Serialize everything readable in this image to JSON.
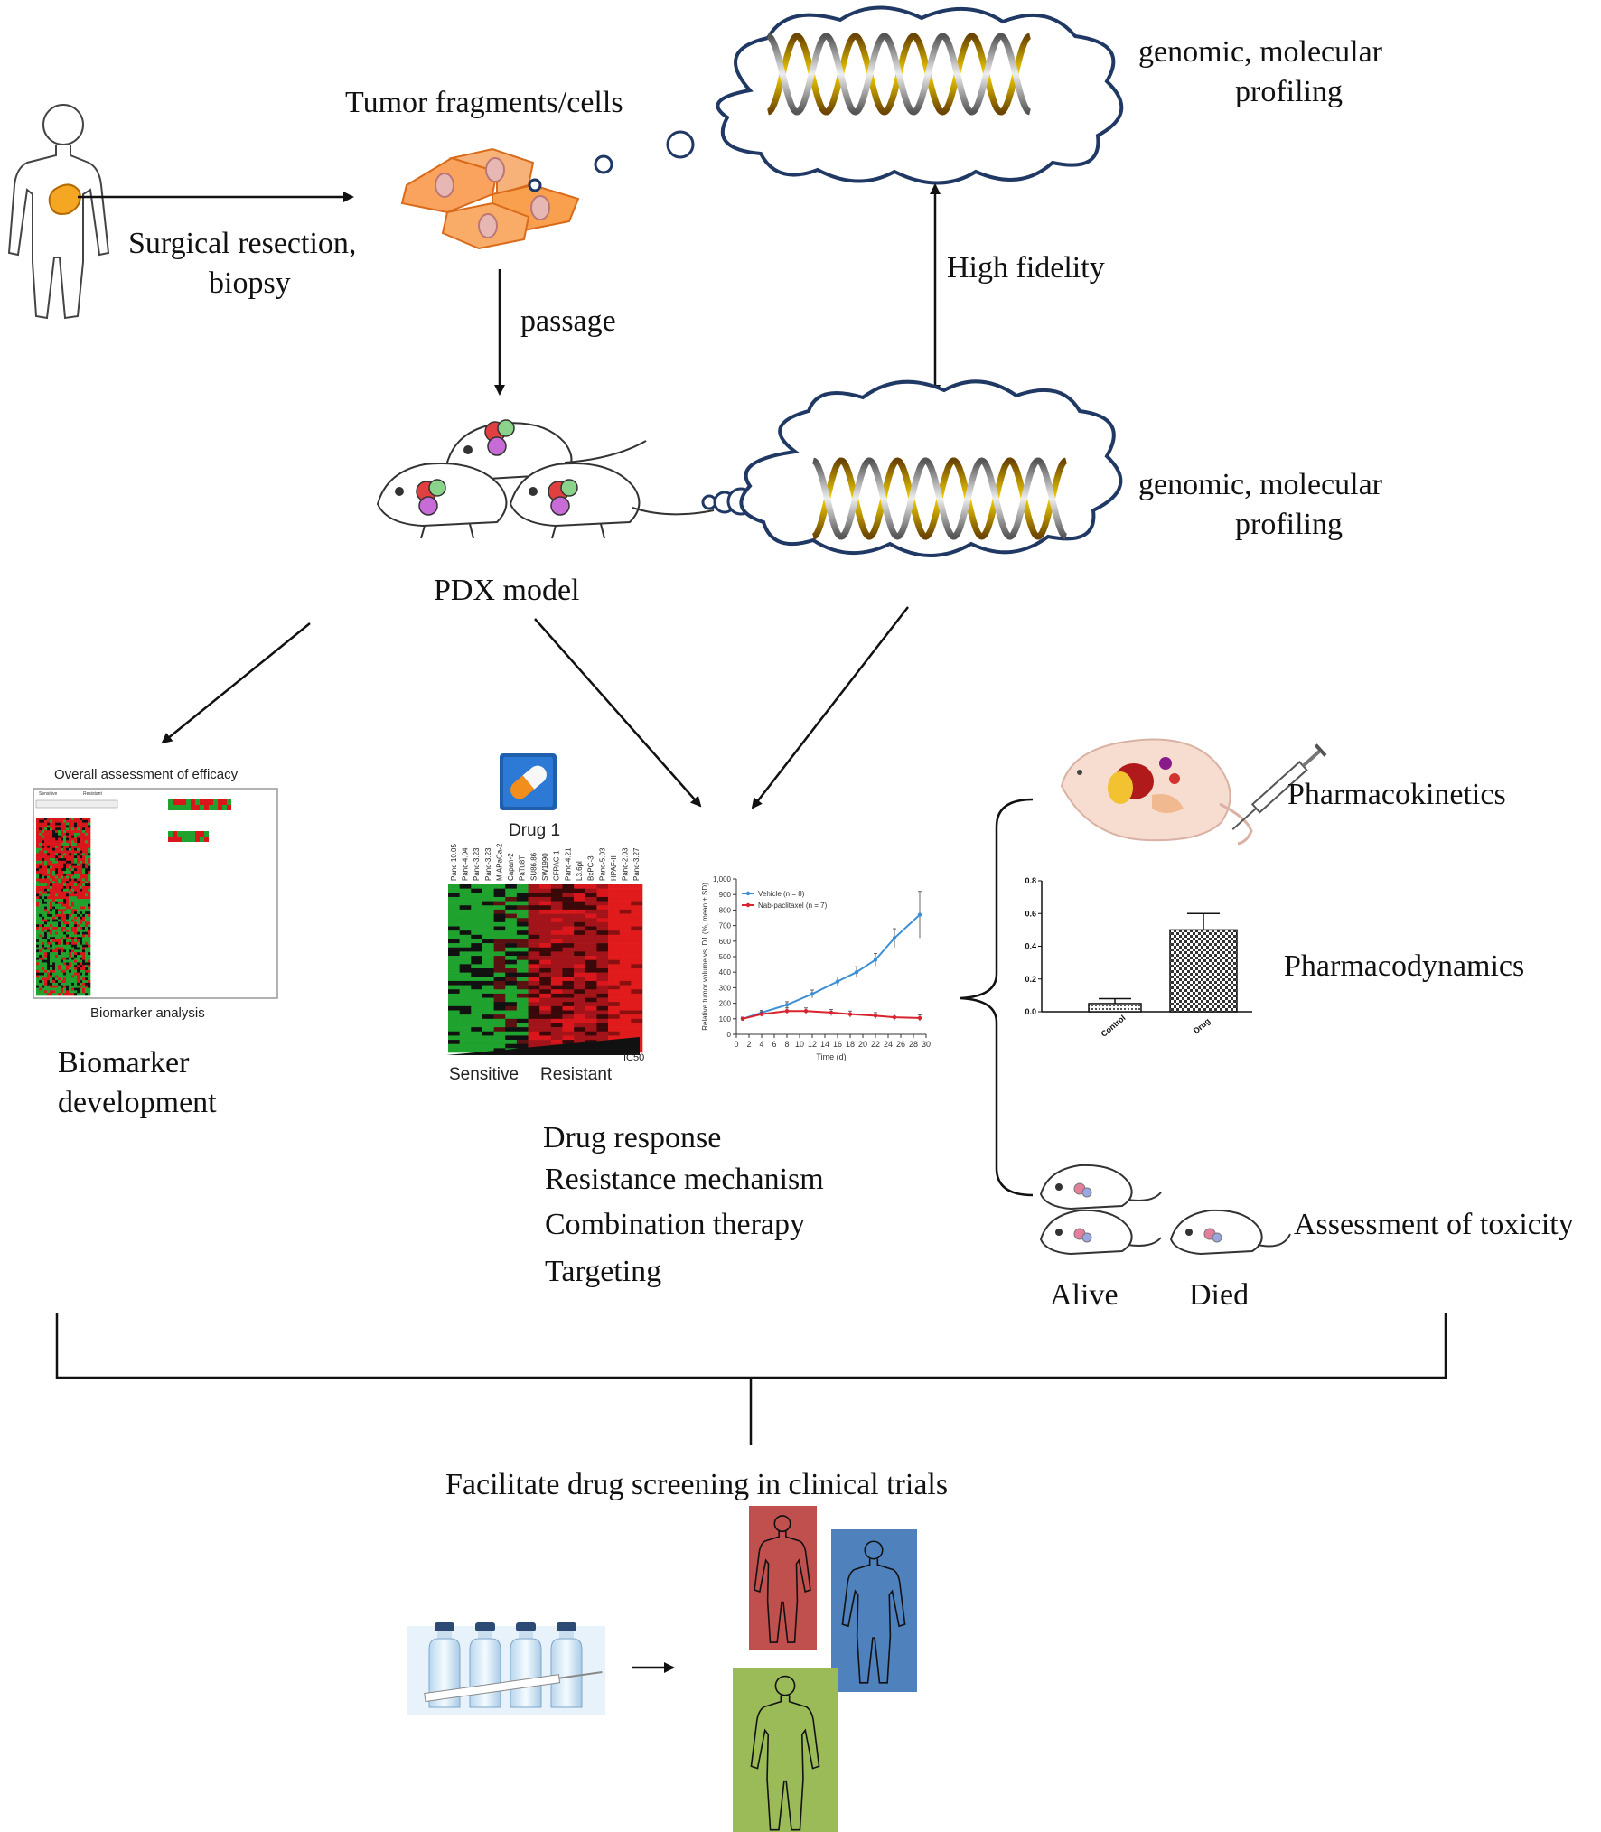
{
  "labels": {
    "tumor_fragments": "Tumor fragments/cells",
    "surgical_line1": "Surgical resection,",
    "surgical_line2": "biopsy",
    "passage": "passage",
    "high_fidelity": "High fidelity",
    "profiling_top_line1": "genomic, molecular",
    "profiling_top_line2": "profiling",
    "profiling_mid_line1": "genomic, molecular",
    "profiling_mid_line2": "profiling",
    "pdx_model": "PDX model",
    "biomarker_line1": "Biomarker",
    "biomarker_line2": "development",
    "drug_response": "Drug response",
    "resistance": "Resistance mechanism",
    "combination": "Combination therapy",
    "targeting": "Targeting",
    "pharmacokinetics": "Pharmacokinetics",
    "pharmacodynamics": "Pharmacodynamics",
    "toxicity": "Assessment of toxicity",
    "alive": "Alive",
    "died": "Died",
    "facilitate": "Facilitate drug screening in clinical trials"
  },
  "biomarker_panel": {
    "title": "Overall assessment of efficacy",
    "caption": "Biomarker analysis",
    "header_sensitive": "Sensitive",
    "header_resistant": "Resistant"
  },
  "drug_heatmap": {
    "title": "Drug 1",
    "sensitive": "Sensitive",
    "resistant": "Resistant",
    "ic50": "IC50",
    "columns": [
      "Panc-10.05",
      "Panc-4.04",
      "Panc-3.23",
      "Panc-3.23",
      "MIAPaCa-2",
      "Capan-2",
      "PaTu8T",
      "SU86.86",
      "SW1990",
      "CFPAC-1",
      "Panc-4.21",
      "L3.6pl",
      "BxPC-3",
      "Panc-5.03",
      "HPAF-II",
      "Panc-2.03",
      "Panc-3.27"
    ]
  },
  "colors": {
    "red_body": "#c0504d",
    "blue_body": "#4f81bd",
    "green_body": "#9bbb59",
    "cloud_stroke": "#1f3864",
    "heat_green": "#1fa32e",
    "heat_red": "#d9161b",
    "vehicle_line": "#3a8fd6",
    "nab_line": "#d9242f"
  },
  "chart_data": [
    {
      "type": "line",
      "xlabel": "Time (d)",
      "ylabel": "Relative tumor volume vs. D1 (%, mean ± SD)",
      "xlim": [
        0,
        30
      ],
      "ylim": [
        0,
        1000
      ],
      "xticks": [
        0,
        2,
        4,
        6,
        8,
        10,
        12,
        14,
        16,
        18,
        20,
        22,
        24,
        26,
        28,
        30
      ],
      "yticks": [
        0,
        100,
        200,
        300,
        400,
        500,
        600,
        700,
        800,
        900,
        1000
      ],
      "legend_position": "top-left",
      "series": [
        {
          "name": "Vehicle (n = 8)",
          "x": [
            1,
            4,
            8,
            12,
            16,
            19,
            22,
            25,
            29
          ],
          "y": [
            100,
            140,
            190,
            260,
            340,
            400,
            480,
            620,
            770
          ],
          "err": [
            10,
            15,
            20,
            25,
            30,
            35,
            40,
            60,
            150
          ]
        },
        {
          "name": "Nab-paclitaxel (n = 7)",
          "x": [
            1,
            4,
            8,
            11,
            15,
            18,
            22,
            25,
            29
          ],
          "y": [
            100,
            130,
            150,
            150,
            140,
            130,
            120,
            110,
            105
          ],
          "err": [
            10,
            15,
            20,
            20,
            20,
            20,
            20,
            20,
            20
          ]
        }
      ]
    },
    {
      "type": "bar",
      "categories": [
        "Control",
        "Drug"
      ],
      "values": [
        0.05,
        0.5
      ],
      "errors": [
        0.03,
        0.1
      ],
      "ylim": [
        0,
        0.8
      ],
      "yticks": [
        "0.0",
        "0.2",
        "0.4",
        "0.6",
        "0.8"
      ],
      "grid": false
    }
  ]
}
